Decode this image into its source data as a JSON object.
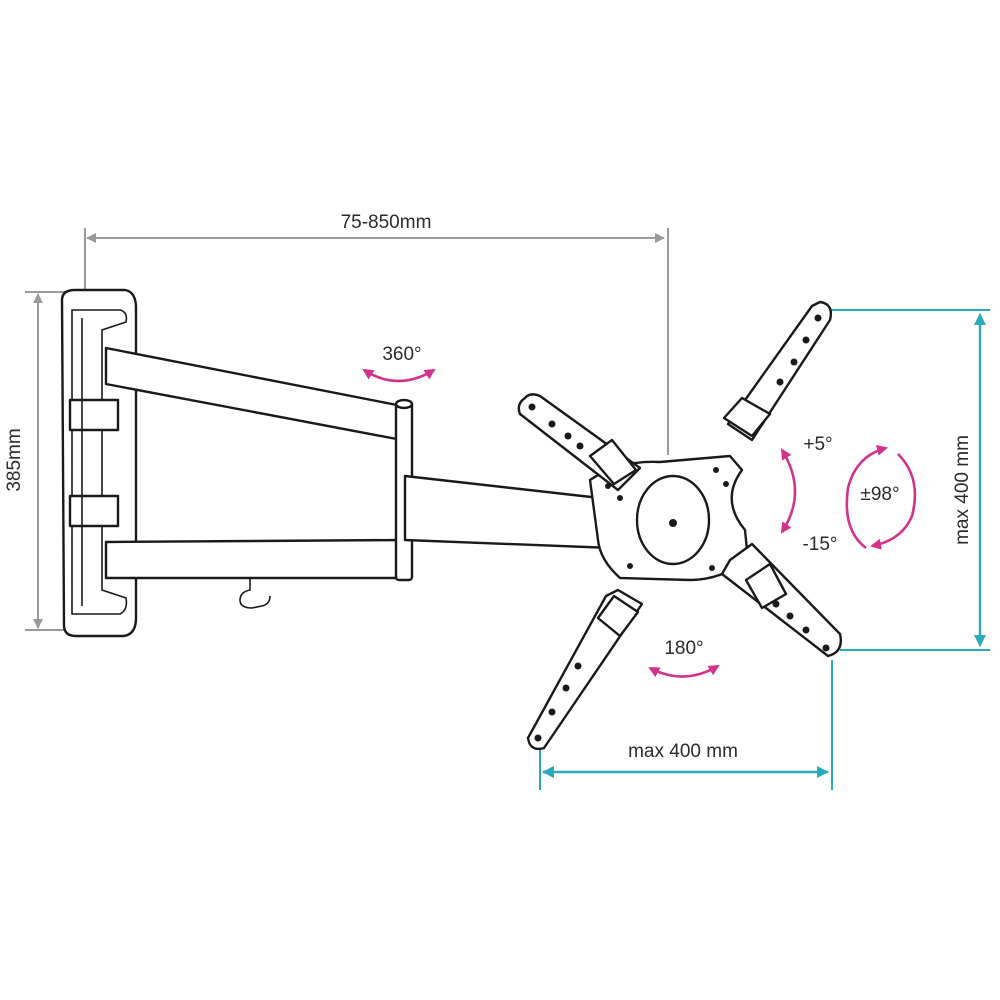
{
  "dimensions": {
    "depth": "75-850mm",
    "height": "385mm",
    "vesa_vertical": "max 400 mm",
    "vesa_horizontal": "max 400 mm"
  },
  "rotations": {
    "arm_swivel": "360°",
    "plate_rotation": "180°",
    "tilt_up": "+5°",
    "tilt_down": "-15°",
    "swivel": "±98°"
  },
  "colors": {
    "dimension_gray": "#9a9a9a",
    "dimension_cyan": "#2aa9b6",
    "rotation_magenta": "#d2338a",
    "line": "#1a1a1a"
  }
}
